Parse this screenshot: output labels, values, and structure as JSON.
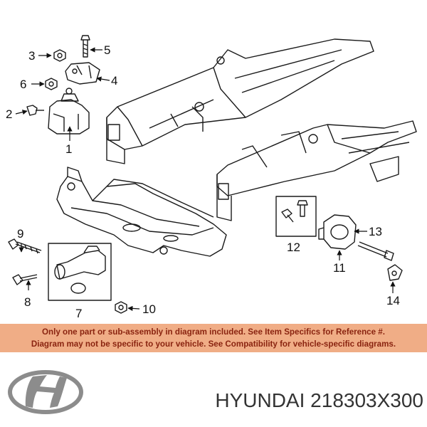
{
  "callouts": [
    "1",
    "2",
    "3",
    "4",
    "5",
    "6",
    "7",
    "8",
    "9",
    "10",
    "11",
    "12",
    "13",
    "14"
  ],
  "notice": {
    "line1": "Only one part or sub-assembly in diagram included. See Item Specifics for Reference #.",
    "line2": "Diagram may not be specific to your vehicle. See Compatibility for vehicle-specific diagrams."
  },
  "caption": "HYUNDAI 218303X300",
  "colors": {
    "banner": "#f0ad86",
    "banner_text": "#8a2410",
    "line": "#1a1a1a",
    "caption": "#333333"
  },
  "icons": [
    "hyundai-logo-icon",
    "arrow-icon"
  ]
}
